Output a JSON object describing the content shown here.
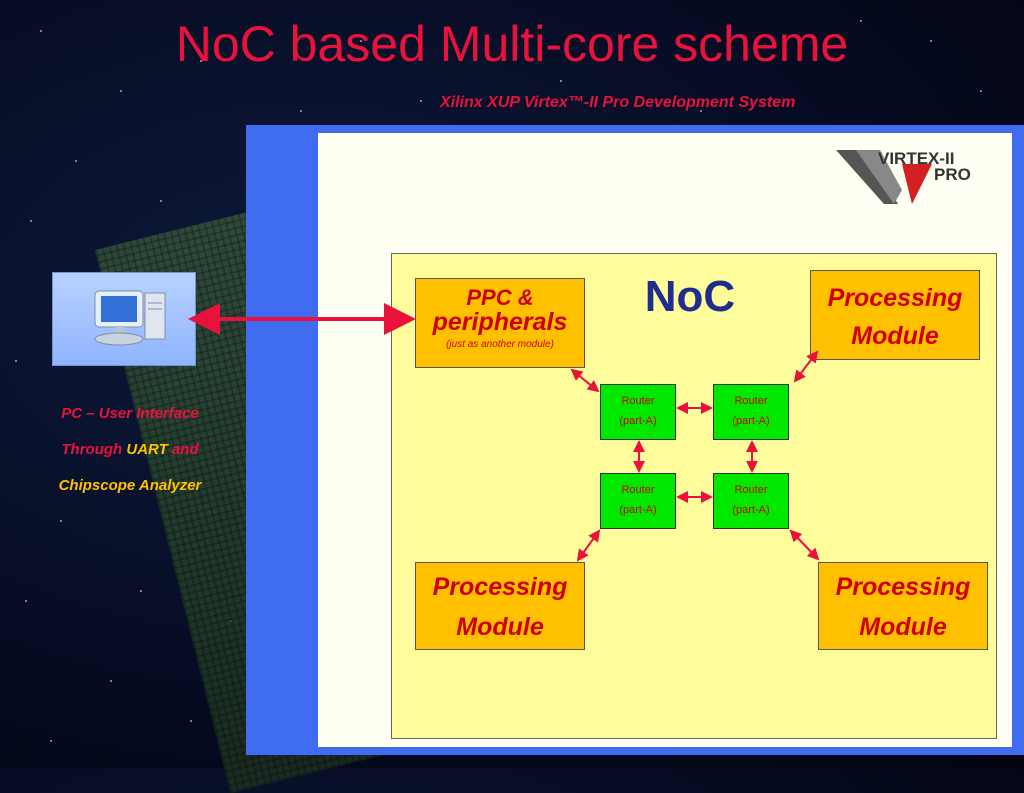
{
  "title": "NoC based Multi-core scheme",
  "subtitle": "Xilinx XUP Virtex™-II Pro Development System",
  "logo": {
    "line1": "VIRTEX-II",
    "line2": "PRO"
  },
  "noc_label": "NoC",
  "ppc_module": {
    "line1": "PPC &",
    "line2": "peripherals",
    "note": "(just as another module)"
  },
  "processing_module": {
    "line1": "Processing",
    "line2": "Module"
  },
  "router": {
    "line1": "Router",
    "line2": "(part-A)"
  },
  "pc": {
    "line1": "PC – User Interface",
    "line2_a": "Through ",
    "line2_b": "UART",
    "line2_c": " and",
    "line3": "Chipscope Analyzer"
  },
  "colors": {
    "title": "#e8123c",
    "board": "#3f6cf0",
    "noc_area": "#fffc9c",
    "module": "#ffc000",
    "router": "#00e800",
    "arrow": "#e8123c",
    "noc_label": "#1f2e8e"
  }
}
